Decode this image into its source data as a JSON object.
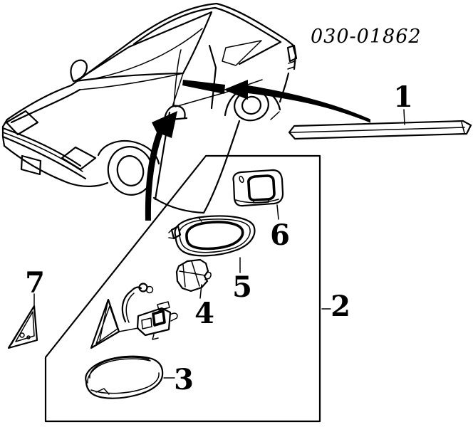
{
  "header": {
    "catalog_code": "030-01862"
  },
  "labels": {
    "n1": "1",
    "n2": "2",
    "n3": "3",
    "n4": "4",
    "n5": "5",
    "n6": "6",
    "n7": "7"
  },
  "colors": {
    "line": "#000000",
    "background": "#ffffff"
  }
}
